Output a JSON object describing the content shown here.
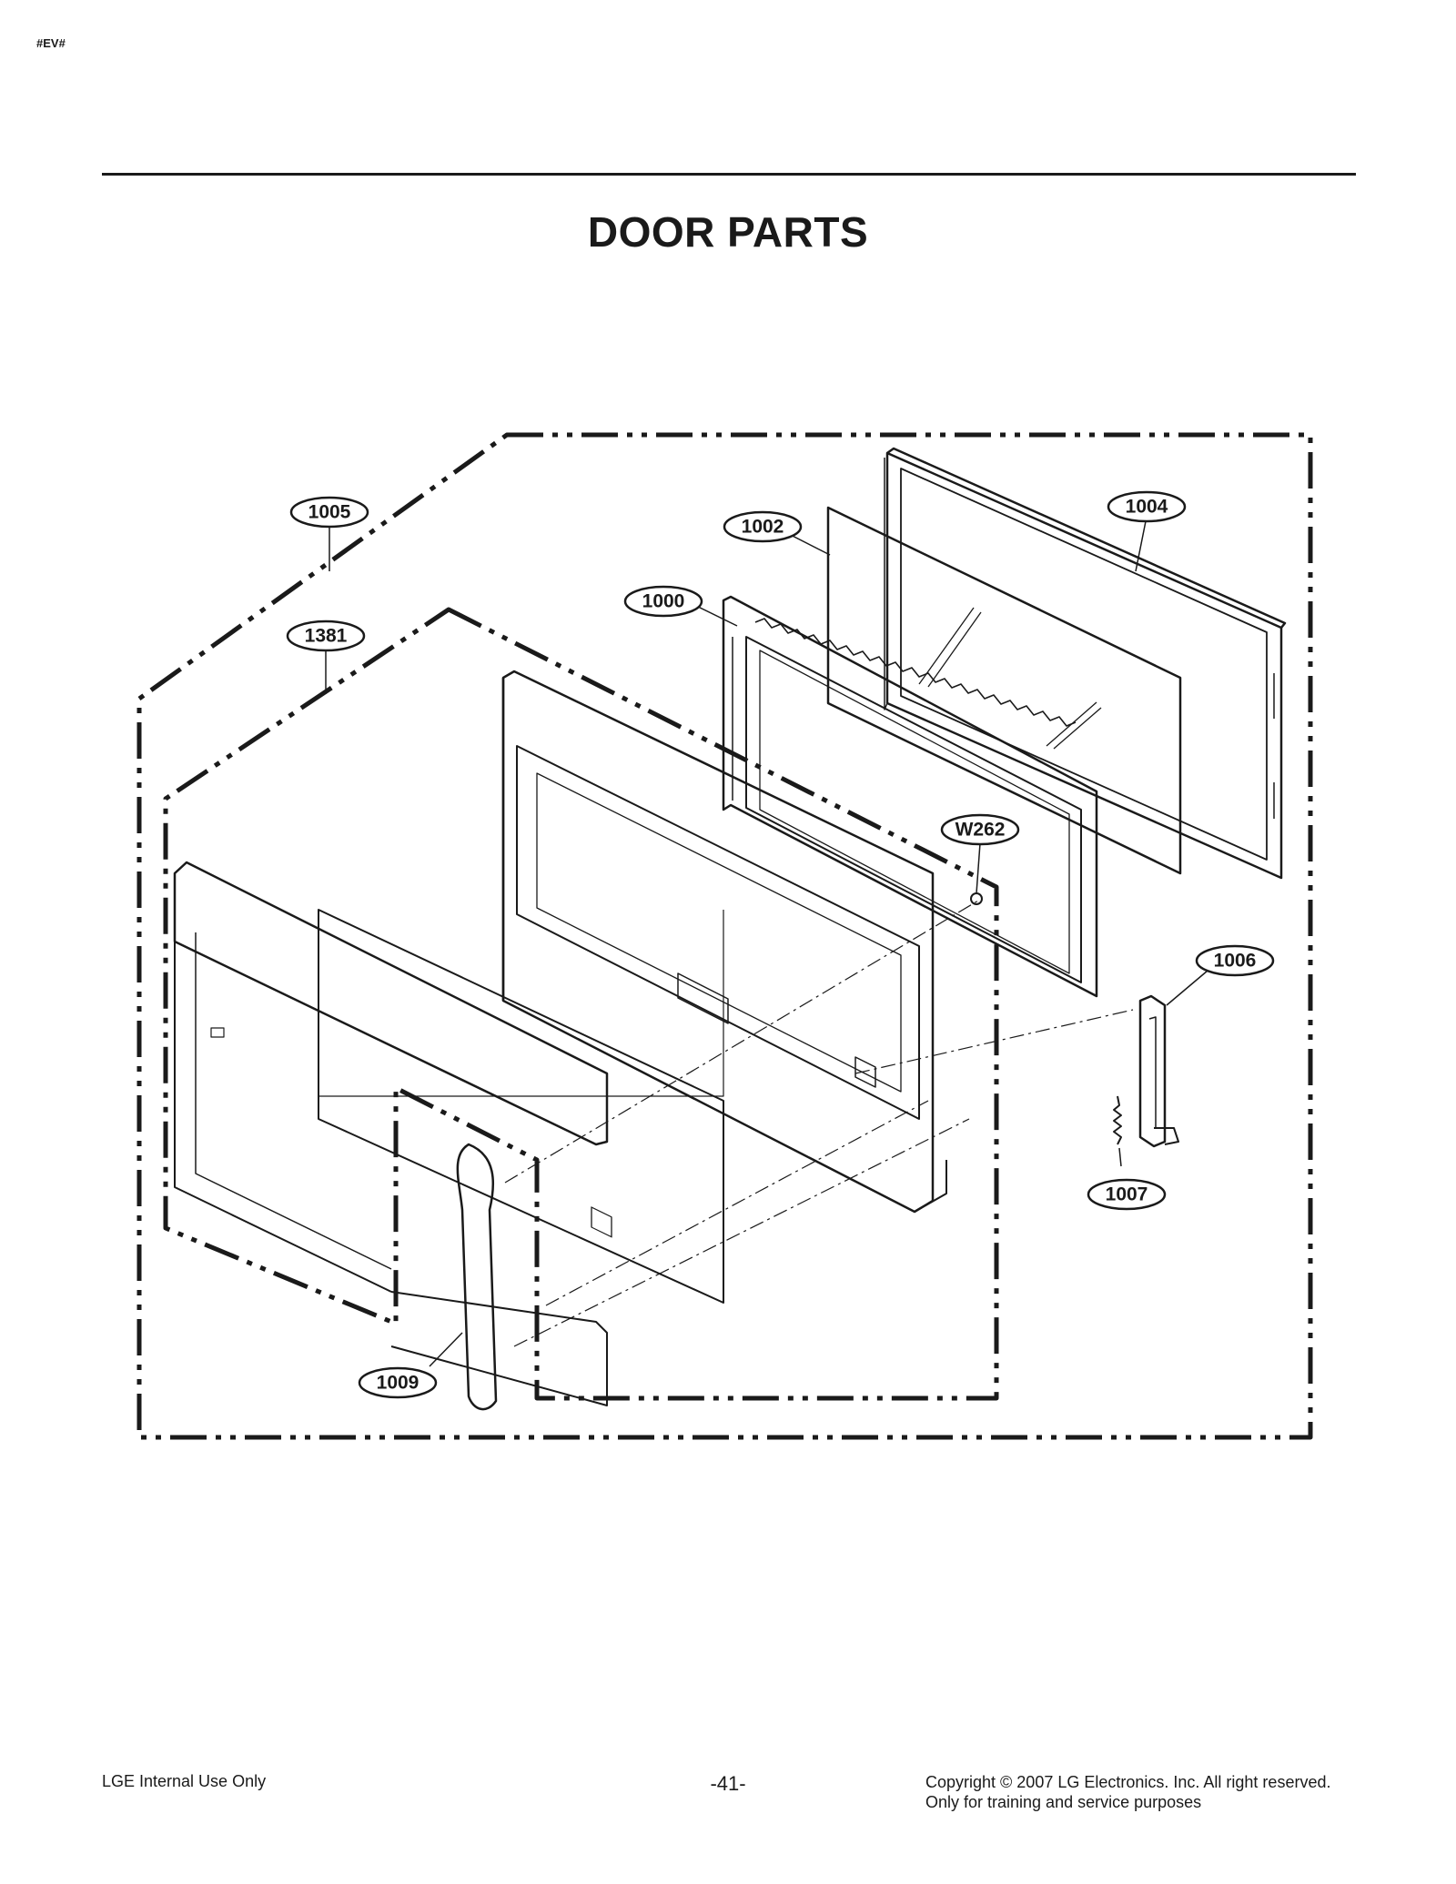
{
  "doc_mark": "#EV#",
  "title": "DOOR PARTS",
  "callouts": {
    "p1005": "1005",
    "p1002": "1002",
    "p1004": "1004",
    "p1000": "1000",
    "p1381": "1381",
    "pW262": "W262",
    "p1006": "1006",
    "p1007": "1007",
    "p1009": "1009"
  },
  "footer": {
    "left": "LGE Internal Use Only",
    "page": "-41-",
    "copyright_line1": "Copyright © 2007 LG Electronics. Inc. All right reserved.",
    "copyright_line2": "Only for training and service purposes"
  }
}
